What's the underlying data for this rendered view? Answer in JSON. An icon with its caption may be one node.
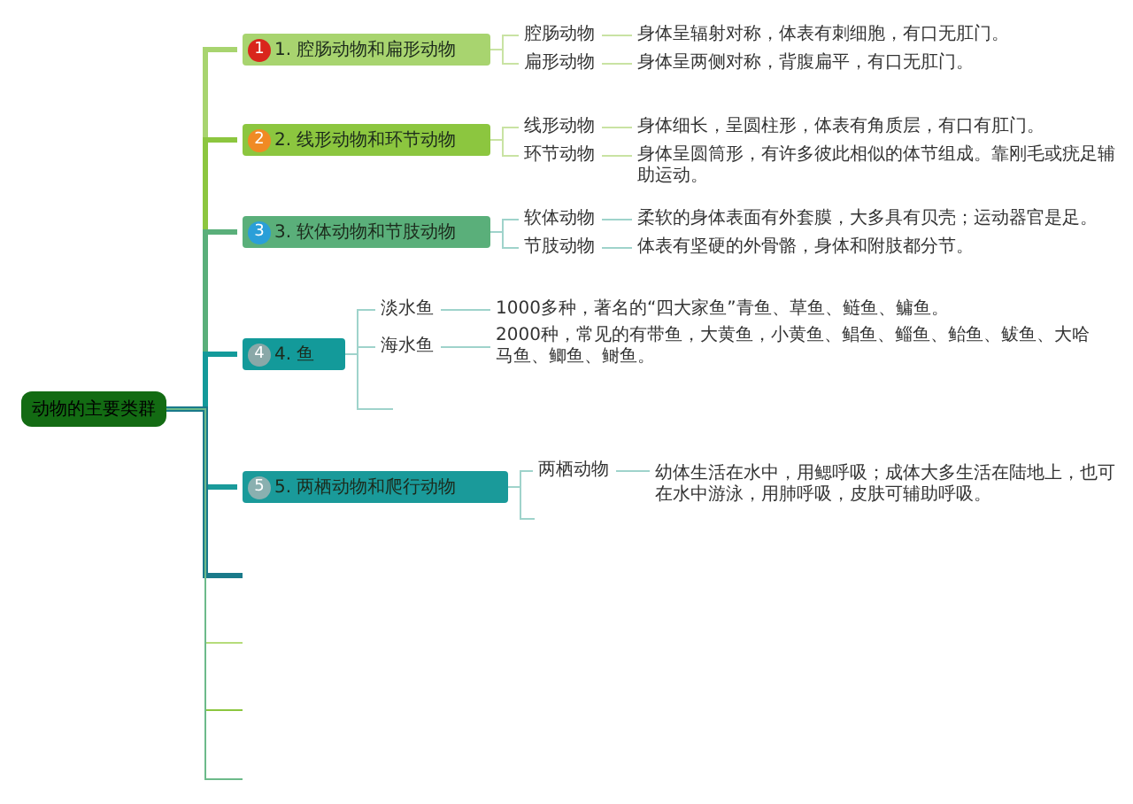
{
  "diagram": {
    "nodes": [
      {
        "text": [
          "动物的主要类群"
        ]
      },
      {
        "text": [
          "1",
          "1. 腔肠动物和扁形动物"
        ]
      },
      {
        "text": [
          "腔肠动物"
        ]
      },
      {
        "text": [
          "身体呈辐射对称，体表有刺细胞，有口无肛门。"
        ]
      },
      {
        "text": [
          "扁形动物"
        ]
      },
      {
        "text": [
          "身体呈两侧对称，背腹扁平，有口无肛门。"
        ]
      },
      {
        "text": [
          "2",
          "2. 线形动物和环节动物"
        ]
      },
      {
        "text": [
          "线形动物"
        ]
      },
      {
        "text": [
          "身体细长，呈圆柱形，体表有角质层，有口有肛门。"
        ]
      },
      {
        "text": [
          "环节动物"
        ]
      },
      {
        "text": [
          "身体呈圆筒形，有许多彼此相似的体节组成。靠刚毛或疣足辅助运动。"
        ]
      },
      {
        "text": [
          "3",
          "3. 软体动物和节肢动物"
        ]
      },
      {
        "text": [
          "软体动物"
        ]
      },
      {
        "text": [
          "柔软的身体表面有外套膜，大多具有贝壳；运动器官是足。"
        ]
      },
      {
        "text": [
          "节肢动物"
        ]
      },
      {
        "text": [
          "体表有坚硬的外骨骼，身体和附肢都分节。"
        ]
      },
      {
        "text": [
          "4",
          "4. 鱼"
        ]
      },
      {
        "text": [
          "淡水鱼"
        ]
      },
      {
        "text": [
          "1000多种，著名的“四大家鱼”青鱼、草鱼、鲢鱼、鳙鱼。"
        ]
      },
      {
        "text": [
          "海水鱼"
        ]
      },
      {
        "text": [
          "2000种，常见的有带鱼，大黄鱼，小黄鱼、鲳鱼、鲻鱼、鲐鱼、鲅鱼、大哈马鱼、鲫鱼、鲥鱼。"
        ]
      },
      {
        "text": [
          "5",
          "5. 两栖动物和爬行动物"
        ]
      },
      {
        "text": [
          "两栖动物"
        ]
      },
      {
        "text": [
          "幼体生活在水中，用鳃呼吸；成体大多生活在陆地上，也可在水中游泳，用肺呼吸，皮肤可辅助呼吸。"
        ]
      }
    ],
    "edges": [
      {
        "from": 0,
        "to": 1,
        "arrow": "none",
        "style": "thick",
        "color": "#a8d46f"
      },
      {
        "from": 0,
        "to": 6,
        "arrow": "none",
        "style": "thick",
        "color": "#8cc63f"
      },
      {
        "from": 0,
        "to": 11,
        "arrow": "none",
        "style": "thick",
        "color": "#5aaf7a"
      },
      {
        "from": 0,
        "to": 16,
        "arrow": "none",
        "style": "thick",
        "color": "#139a9a"
      },
      {
        "from": 0,
        "to": 21,
        "arrow": "none",
        "style": "thick",
        "color": "#1a9a9a"
      },
      {
        "from": 0,
        "to": null,
        "arrow": "none",
        "style": "thick",
        "color": "#1a7a8a"
      },
      {
        "from": 0,
        "to": null,
        "arrow": "none",
        "color": "#b5dc7a"
      },
      {
        "from": 0,
        "to": null,
        "arrow": "none",
        "color": "#8cc63f"
      },
      {
        "from": 0,
        "to": null,
        "arrow": "none",
        "color": "#6cba8a"
      },
      {
        "from": 1,
        "to": 2,
        "arrow": "none",
        "color": "#c9e3a3"
      },
      {
        "from": 1,
        "to": 4,
        "arrow": "none",
        "color": "#c9e3a3"
      },
      {
        "from": 2,
        "to": 3,
        "arrow": "none",
        "color": "#c9e3a3"
      },
      {
        "from": 4,
        "to": 5,
        "arrow": "none",
        "color": "#c9e3a3"
      },
      {
        "from": 6,
        "to": 7,
        "arrow": "none",
        "color": "#c9e3a3"
      },
      {
        "from": 6,
        "to": 9,
        "arrow": "none",
        "color": "#c9e3a3"
      },
      {
        "from": 7,
        "to": 8,
        "arrow": "none",
        "color": "#c9e3a3"
      },
      {
        "from": 9,
        "to": 10,
        "arrow": "none",
        "color": "#c9e3a3"
      },
      {
        "from": 11,
        "to": 12,
        "arrow": "none",
        "color": "#9fd3cb"
      },
      {
        "from": 11,
        "to": 14,
        "arrow": "none",
        "color": "#9fd3cb"
      },
      {
        "from": 12,
        "to": 13,
        "arrow": "none",
        "color": "#9fd3cb"
      },
      {
        "from": 14,
        "to": 15,
        "arrow": "none",
        "color": "#9fd3cb"
      },
      {
        "from": 16,
        "to": 17,
        "arrow": "none",
        "color": "#9fd3cb"
      },
      {
        "from": 16,
        "to": 19,
        "arrow": "none",
        "color": "#9fd3cb"
      },
      {
        "from": 16,
        "to": null,
        "arrow": "none",
        "color": "#9fd3cb"
      },
      {
        "from": 17,
        "to": 18,
        "arrow": "none",
        "color": "#9fd3cb"
      },
      {
        "from": 19,
        "to": 20,
        "arrow": "none",
        "color": "#9fd3cb"
      },
      {
        "from": 21,
        "to": 22,
        "arrow": "none",
        "color": "#9fd3cb"
      },
      {
        "from": 21,
        "to": null,
        "arrow": "none",
        "color": "#9fd3cb"
      },
      {
        "from": 22,
        "to": 23,
        "arrow": "none",
        "color": "#9fd3cb"
      }
    ]
  }
}
